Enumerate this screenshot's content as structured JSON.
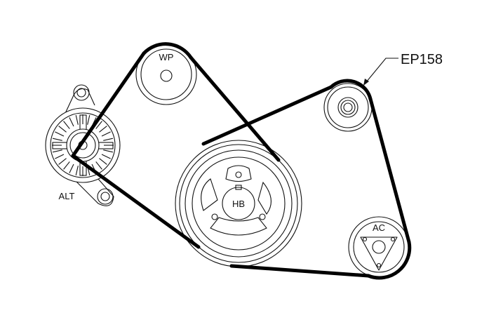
{
  "diagram": {
    "callout_part_number": "EP158",
    "pulleys": {
      "water_pump": "WP",
      "harmonic_balancer": "HB",
      "air_conditioning": "AC",
      "alternator": "ALT"
    }
  }
}
